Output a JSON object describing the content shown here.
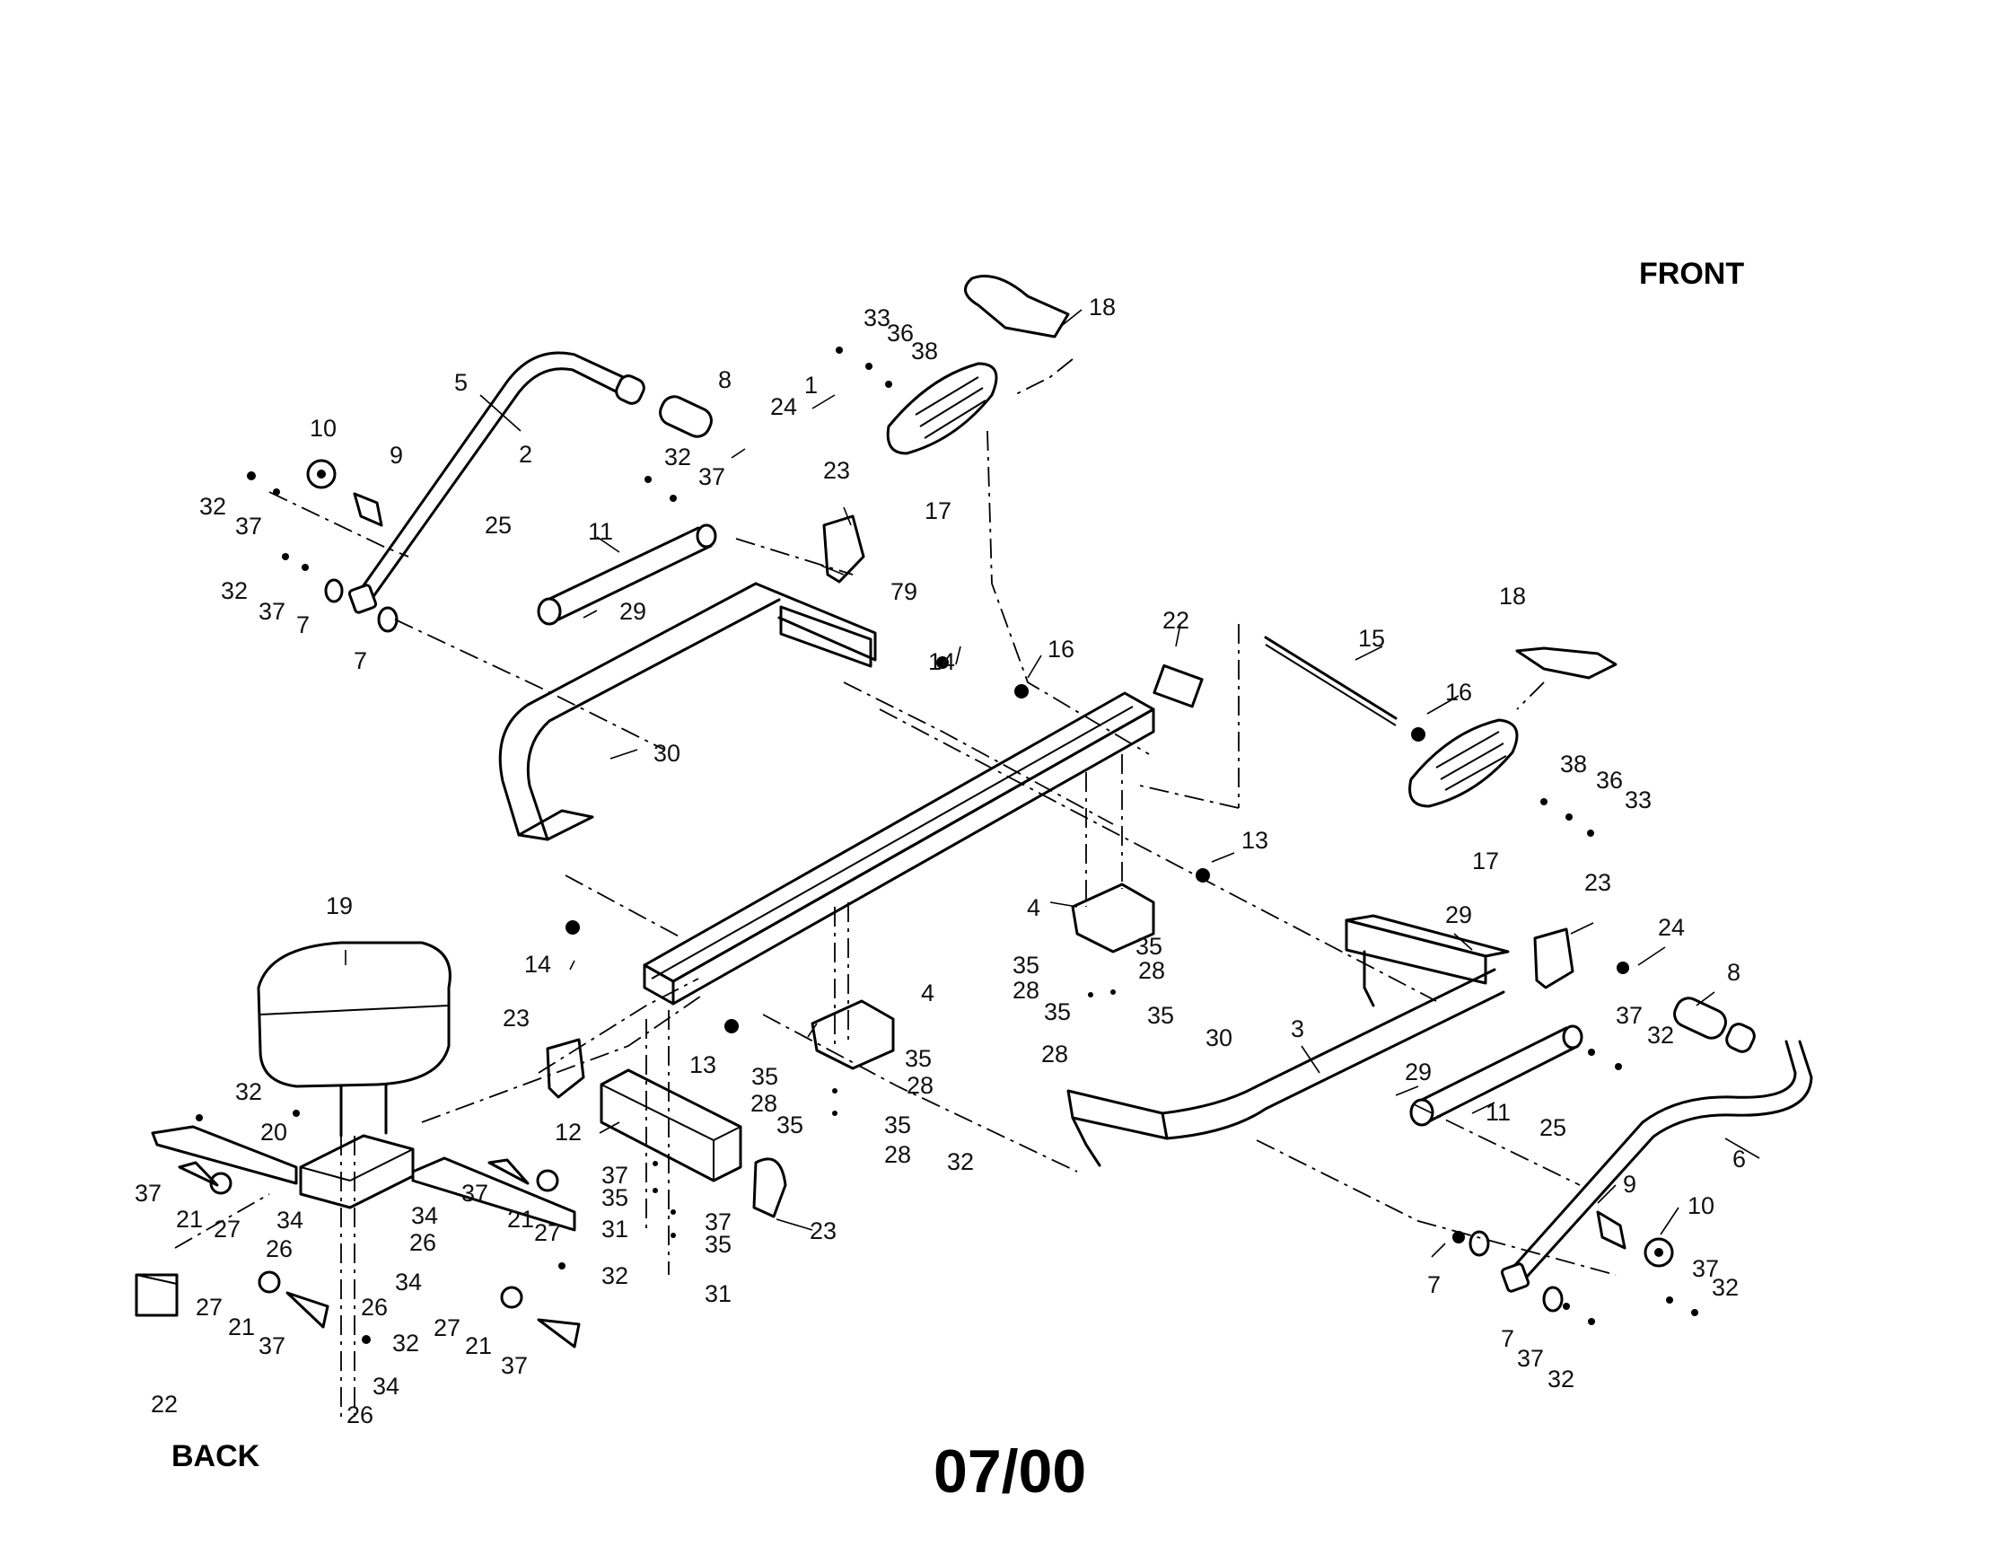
{
  "headings": {
    "front": "FRONT",
    "back": "BACK",
    "date_code": "07/00"
  },
  "part_labels": [
    "1",
    "2",
    "3",
    "4",
    "4",
    "5",
    "6",
    "7",
    "7",
    "7",
    "7",
    "8",
    "8",
    "9",
    "9",
    "10",
    "10",
    "11",
    "11",
    "12",
    "13",
    "13",
    "14",
    "14",
    "15",
    "16",
    "16",
    "17",
    "17",
    "18",
    "18",
    "19",
    "20",
    "21",
    "21",
    "21",
    "21",
    "22",
    "22",
    "23",
    "23",
    "23",
    "23",
    "24",
    "24",
    "25",
    "25",
    "26",
    "26",
    "26",
    "26",
    "27",
    "27",
    "27",
    "27",
    "28",
    "28",
    "28",
    "28",
    "28",
    "28",
    "29",
    "29",
    "29",
    "30",
    "30",
    "31",
    "31",
    "32",
    "32",
    "32",
    "32",
    "32",
    "32",
    "32",
    "32",
    "32",
    "32",
    "33",
    "33",
    "34",
    "34",
    "34",
    "34",
    "35",
    "35",
    "35",
    "35",
    "35",
    "35",
    "35",
    "35",
    "35",
    "35",
    "36",
    "36",
    "37",
    "37",
    "37",
    "37",
    "37",
    "37",
    "37",
    "37",
    "37",
    "37",
    "37",
    "37",
    "38",
    "38",
    "79"
  ]
}
